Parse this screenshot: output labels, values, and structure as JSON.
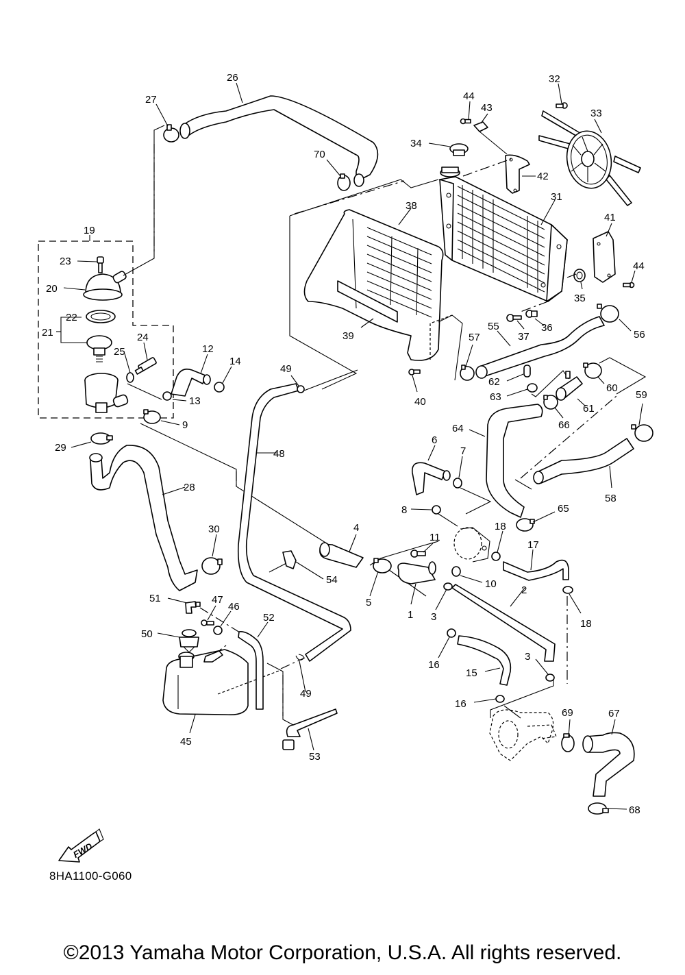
{
  "diagram": {
    "title": "Radiator / Hose exploded parts diagram",
    "drawing_code": "8HA1100-G060",
    "fwd_label": "FWD",
    "copyright": "©2013 Yamaha Motor Corporation, U.S.A. All rights reserved.",
    "callouts": [
      {
        "id": "c1",
        "text": "1"
      },
      {
        "id": "c2",
        "text": "2"
      },
      {
        "id": "c3a",
        "text": "3"
      },
      {
        "id": "c3b",
        "text": "3"
      },
      {
        "id": "c4",
        "text": "4"
      },
      {
        "id": "c5",
        "text": "5"
      },
      {
        "id": "c6",
        "text": "6"
      },
      {
        "id": "c7",
        "text": "7"
      },
      {
        "id": "c8",
        "text": "8"
      },
      {
        "id": "c9",
        "text": "9"
      },
      {
        "id": "c10",
        "text": "10"
      },
      {
        "id": "c11",
        "text": "11"
      },
      {
        "id": "c12",
        "text": "12"
      },
      {
        "id": "c13",
        "text": "13"
      },
      {
        "id": "c14",
        "text": "14"
      },
      {
        "id": "c15",
        "text": "15"
      },
      {
        "id": "c16a",
        "text": "16"
      },
      {
        "id": "c16b",
        "text": "16"
      },
      {
        "id": "c17",
        "text": "17"
      },
      {
        "id": "c18a",
        "text": "18"
      },
      {
        "id": "c18b",
        "text": "18"
      },
      {
        "id": "c19",
        "text": "19"
      },
      {
        "id": "c20",
        "text": "20"
      },
      {
        "id": "c21",
        "text": "21"
      },
      {
        "id": "c22",
        "text": "22"
      },
      {
        "id": "c23",
        "text": "23"
      },
      {
        "id": "c24",
        "text": "24"
      },
      {
        "id": "c25",
        "text": "25"
      },
      {
        "id": "c26",
        "text": "26"
      },
      {
        "id": "c27",
        "text": "27"
      },
      {
        "id": "c28",
        "text": "28"
      },
      {
        "id": "c29",
        "text": "29"
      },
      {
        "id": "c30",
        "text": "30"
      },
      {
        "id": "c31",
        "text": "31"
      },
      {
        "id": "c32",
        "text": "32"
      },
      {
        "id": "c33",
        "text": "33"
      },
      {
        "id": "c34",
        "text": "34"
      },
      {
        "id": "c35",
        "text": "35"
      },
      {
        "id": "c36",
        "text": "36"
      },
      {
        "id": "c37",
        "text": "37"
      },
      {
        "id": "c38",
        "text": "38"
      },
      {
        "id": "c39",
        "text": "39"
      },
      {
        "id": "c40",
        "text": "40"
      },
      {
        "id": "c41",
        "text": "41"
      },
      {
        "id": "c42",
        "text": "42"
      },
      {
        "id": "c43",
        "text": "43"
      },
      {
        "id": "c44a",
        "text": "44"
      },
      {
        "id": "c44b",
        "text": "44"
      },
      {
        "id": "c45",
        "text": "45"
      },
      {
        "id": "c46",
        "text": "46"
      },
      {
        "id": "c47",
        "text": "47"
      },
      {
        "id": "c48",
        "text": "48"
      },
      {
        "id": "c49a",
        "text": "49"
      },
      {
        "id": "c49b",
        "text": "49"
      },
      {
        "id": "c50",
        "text": "50"
      },
      {
        "id": "c51",
        "text": "51"
      },
      {
        "id": "c52",
        "text": "52"
      },
      {
        "id": "c53",
        "text": "53"
      },
      {
        "id": "c54",
        "text": "54"
      },
      {
        "id": "c55",
        "text": "55"
      },
      {
        "id": "c56",
        "text": "56"
      },
      {
        "id": "c57",
        "text": "57"
      },
      {
        "id": "c58",
        "text": "58"
      },
      {
        "id": "c59",
        "text": "59"
      },
      {
        "id": "c60",
        "text": "60"
      },
      {
        "id": "c61",
        "text": "61"
      },
      {
        "id": "c62",
        "text": "62"
      },
      {
        "id": "c63",
        "text": "63"
      },
      {
        "id": "c64",
        "text": "64"
      },
      {
        "id": "c65",
        "text": "65"
      },
      {
        "id": "c66",
        "text": "66"
      },
      {
        "id": "c67",
        "text": "67"
      },
      {
        "id": "c68",
        "text": "68"
      },
      {
        "id": "c69",
        "text": "69"
      },
      {
        "id": "c70",
        "text": "70"
      }
    ]
  }
}
